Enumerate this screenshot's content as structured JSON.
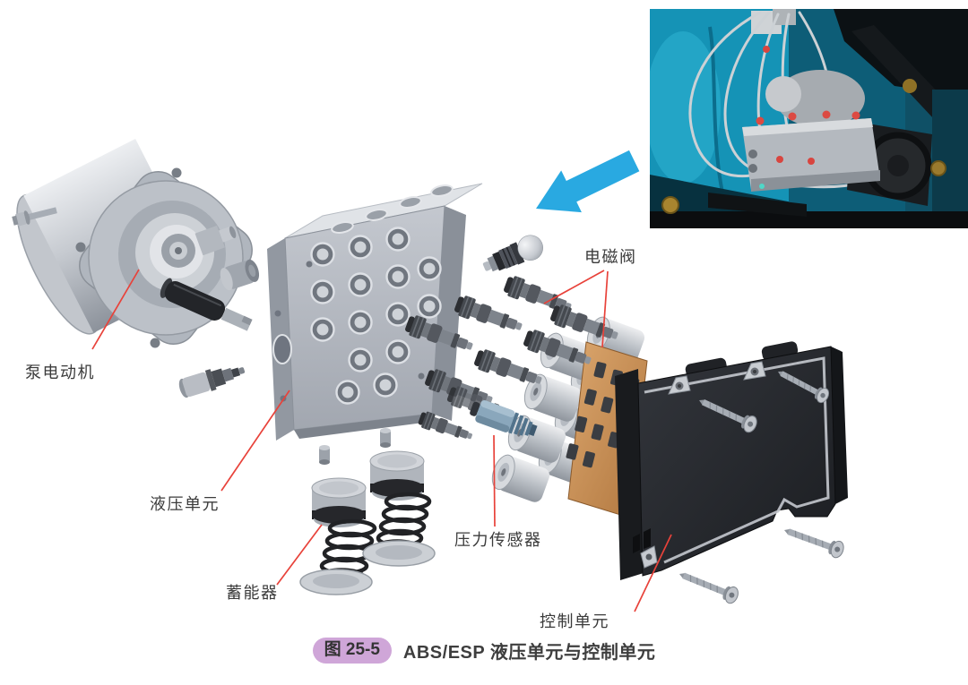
{
  "figure": {
    "caption": {
      "badge": "图 25-5",
      "title": "ABS/ESP 液压单元与控制单元",
      "badge_bg": "#cfa6d8"
    },
    "labels": [
      {
        "id": "pump-motor",
        "text": "泵电动机"
      },
      {
        "id": "hydraulic-unit",
        "text": "液压单元"
      },
      {
        "id": "accumulator",
        "text": "蓄能器"
      },
      {
        "id": "pressure-sensor",
        "text": "压力传感器"
      },
      {
        "id": "solenoid-valve",
        "text": "电磁阀"
      },
      {
        "id": "control-unit",
        "text": "控制单元"
      }
    ],
    "colors": {
      "leader_line": "#e8423a",
      "callout_arrow": "#29a9e1",
      "photo_teal": "#1593b6"
    }
  }
}
